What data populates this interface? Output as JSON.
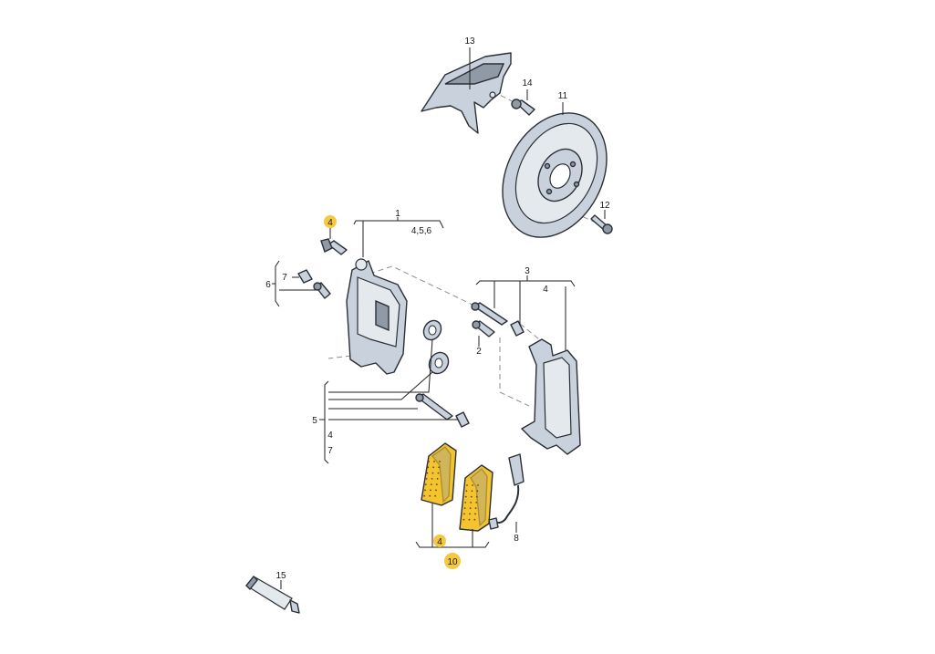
{
  "labels": {
    "p1": "1",
    "p1_sub": "4,5,6",
    "p2": "2",
    "p3": "3",
    "p3_sub": "4",
    "p4_bolt": "4",
    "p5": "5",
    "p5_sub_a": "4",
    "p5_sub_b": "7",
    "p6": "6",
    "p7": "7",
    "p8": "8",
    "p4_pads": "4",
    "p10": "10",
    "p11": "11",
    "p12": "12",
    "p13": "13",
    "p14": "14",
    "p15": "15"
  },
  "colors": {
    "highlight": "#f5c842",
    "pad": "#f4c430",
    "metal": "#c9d2dc",
    "outline": "#2b2f36"
  }
}
